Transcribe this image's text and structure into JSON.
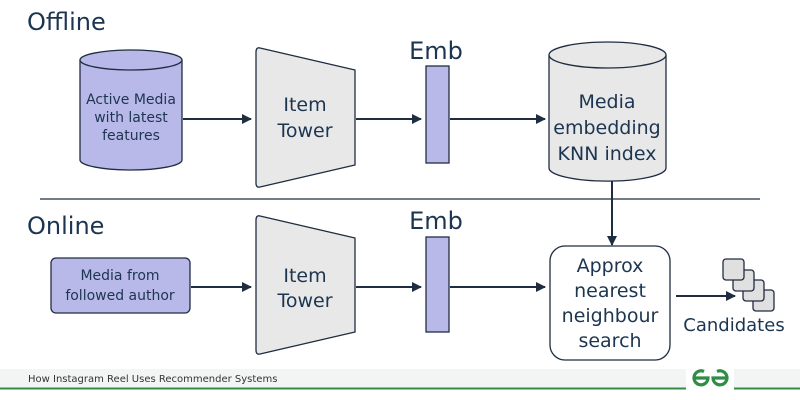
{
  "colors": {
    "text": "#1c3550",
    "stroke": "#1f2d40",
    "purple_fill": "#b9b9e9",
    "gray_fill": "#e8e8e8",
    "brand_green": "#2f8d46"
  },
  "offline": {
    "title": "Offline",
    "source": [
      "Active Media",
      "with latest",
      "features"
    ],
    "tower": [
      "Item",
      "Tower"
    ],
    "emb": "Emb",
    "index": [
      "Media",
      "embedding",
      "KNN index"
    ]
  },
  "online": {
    "title": "Online",
    "source": [
      "Media from",
      "followed author"
    ],
    "tower": [
      "Item",
      "Tower"
    ],
    "emb": "Emb",
    "search": [
      "Approx",
      "nearest",
      "neighbour",
      "search"
    ],
    "output": "Candidates"
  },
  "footer": {
    "caption": "How Instagram Reel Uses Recommender Systems",
    "logo_text": "GfG"
  }
}
